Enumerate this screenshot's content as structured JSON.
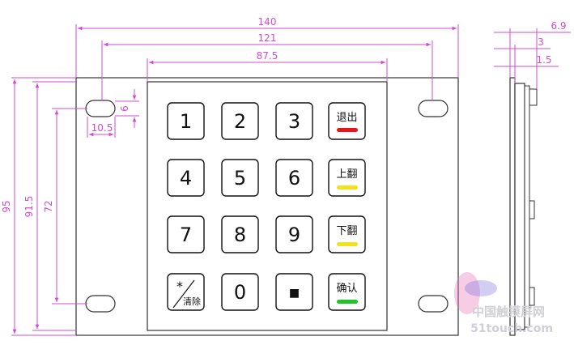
{
  "dimensions": {
    "overall_width": "140",
    "mounting_width": "121",
    "keypad_width": "87.5",
    "hole_offset_h": "10.5",
    "hole_offset_v": "6",
    "overall_height": "95",
    "mounting_height": "91.5",
    "hole_spacing_v": "72",
    "side_total": "6.9",
    "side_plate": "3",
    "side_thin": "1.5"
  },
  "keys": {
    "k1": "1",
    "k2": "2",
    "k3": "3",
    "k4": "4",
    "k5": "5",
    "k6": "6",
    "k7": "7",
    "k8": "8",
    "k9": "9",
    "k0": "0",
    "star": "*",
    "clear": "清除",
    "dot": "■",
    "exit": "退出",
    "page_up": "上翻",
    "page_down": "下翻",
    "confirm": "确认"
  },
  "colors": {
    "exit_bar": "#e8141b",
    "page_up_bar": "#f2e21a",
    "page_down_bar": "#f2e21a",
    "confirm_bar": "#22c32a"
  },
  "watermark": {
    "line1": "中国触摸屏网",
    "line2": "51touch.com"
  }
}
